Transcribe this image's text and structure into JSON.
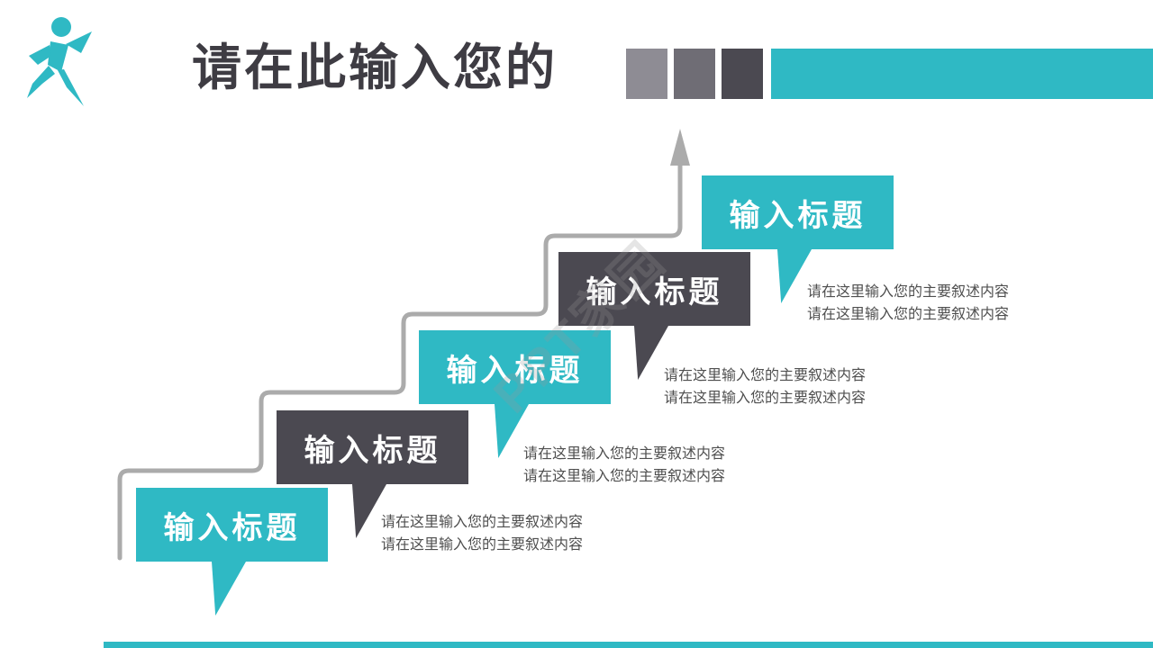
{
  "slide": {
    "background": "#FFFFFF"
  },
  "header": {
    "logo": {
      "icon": "runner-icon",
      "color": "#2FB9C4"
    },
    "title": "请在此输入您的",
    "title_color": "#3E3C43",
    "decor_squares": [
      {
        "color": "#8E8C94"
      },
      {
        "color": "#6F6D75"
      },
      {
        "color": "#4B4951"
      }
    ],
    "accent_bar_color": "#2FB9C4"
  },
  "footer": {
    "accent_bar_color": "#2FB9C4"
  },
  "watermark": {
    "text": "PPT家园"
  },
  "diagram": {
    "connector_color": "#ABABAB",
    "desc_color": "#4F4F4F",
    "steps": [
      {
        "title": "输入标题",
        "color": "#2FB9C4",
        "text_color": "#FFFFFF",
        "desc": []
      },
      {
        "title": "输入标题",
        "color": "#4B4951",
        "text_color": "#FFFFFF",
        "desc": [
          "请在这里输入您的主要叙述内容",
          "请在这里输入您的主要叙述内容"
        ]
      },
      {
        "title": "输入标题",
        "color": "#2FB9C4",
        "text_color": "#FFFFFF",
        "desc": [
          "请在这里输入您的主要叙述内容",
          "请在这里输入您的主要叙述内容"
        ]
      },
      {
        "title": "输入标题",
        "color": "#4B4951",
        "text_color": "#FFFFFF",
        "desc": [
          "请在这里输入您的主要叙述内容",
          "请在这里输入您的主要叙述内容"
        ]
      },
      {
        "title": "输入标题",
        "color": "#2FB9C4",
        "text_color": "#FFFFFF",
        "desc": [
          "请在这里输入您的主要叙述内容",
          "请在这里输入您的主要叙述内容"
        ]
      }
    ]
  }
}
